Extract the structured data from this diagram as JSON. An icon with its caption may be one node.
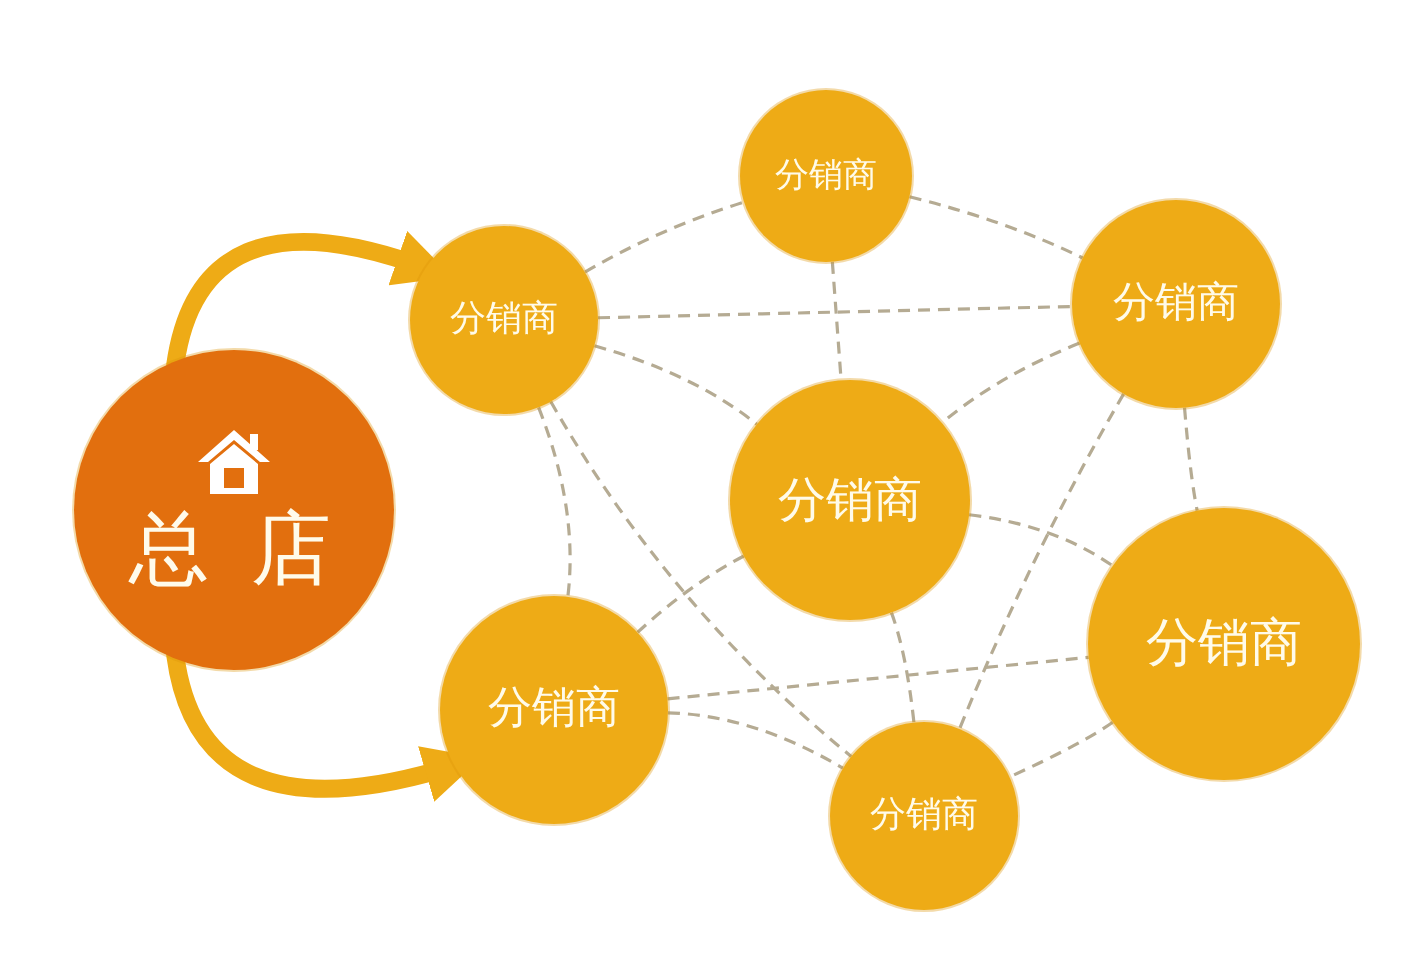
{
  "diagram": {
    "nodes": [
      {
        "text": [
          "总 店"
        ]
      },
      {
        "text": [
          "分销商"
        ]
      },
      {
        "text": [
          "分销商"
        ]
      },
      {
        "text": [
          "分销商"
        ]
      },
      {
        "text": [
          "分销商"
        ]
      },
      {
        "text": [
          "分销商"
        ]
      },
      {
        "text": [
          "分销商"
        ]
      },
      {
        "text": [
          "分销商"
        ]
      }
    ],
    "edges": [
      {
        "from": 0,
        "to": 1,
        "arrow": "to",
        "style": "thick",
        "color": "#eeab16"
      },
      {
        "from": 0,
        "to": 6,
        "arrow": "to",
        "style": "thick",
        "color": "#eeab16"
      },
      {
        "from": 1,
        "to": 2,
        "arrow": "none",
        "style": "dashed"
      },
      {
        "from": 1,
        "to": 3,
        "arrow": "none",
        "style": "dashed"
      },
      {
        "from": 1,
        "to": 4,
        "arrow": "none",
        "style": "dashed"
      },
      {
        "from": 1,
        "to": 6,
        "arrow": "none",
        "style": "dashed"
      },
      {
        "from": 1,
        "to": 7,
        "arrow": "none",
        "style": "dashed"
      },
      {
        "from": 2,
        "to": 3,
        "arrow": "none",
        "style": "dashed"
      },
      {
        "from": 2,
        "to": 4,
        "arrow": "none",
        "style": "dashed"
      },
      {
        "from": 3,
        "to": 4,
        "arrow": "none",
        "style": "dashed"
      },
      {
        "from": 3,
        "to": 5,
        "arrow": "none",
        "style": "dashed"
      },
      {
        "from": 3,
        "to": 7,
        "arrow": "none",
        "style": "dashed"
      },
      {
        "from": 4,
        "to": 5,
        "arrow": "none",
        "style": "dashed"
      },
      {
        "from": 4,
        "to": 6,
        "arrow": "none",
        "style": "dashed"
      },
      {
        "from": 4,
        "to": 7,
        "arrow": "none",
        "style": "dashed"
      },
      {
        "from": 5,
        "to": 7,
        "arrow": "none",
        "style": "dashed"
      },
      {
        "from": 6,
        "to": 7,
        "arrow": "none",
        "style": "dashed"
      },
      {
        "from": 6,
        "to": 5,
        "arrow": "none",
        "style": "dashed"
      }
    ]
  }
}
